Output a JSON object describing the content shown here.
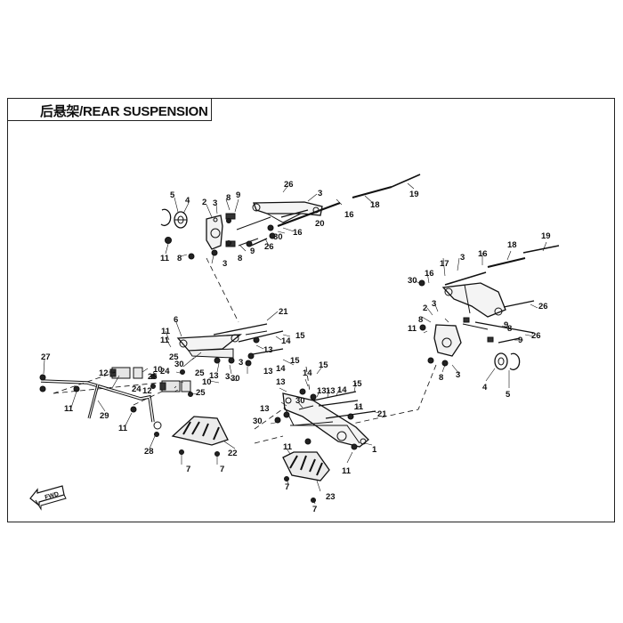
{
  "title": "后悬架/REAR SUSPENSION",
  "fwd_label": "FWD",
  "callouts": [
    {
      "id": "c1",
      "text": "1"
    },
    {
      "id": "c2a",
      "text": "2"
    },
    {
      "id": "c2b",
      "text": "2"
    },
    {
      "id": "c3a",
      "text": "3"
    },
    {
      "id": "c3b",
      "text": "3"
    },
    {
      "id": "c3c",
      "text": "3"
    },
    {
      "id": "c3d",
      "text": "3"
    },
    {
      "id": "c3e",
      "text": "3"
    },
    {
      "id": "c3f",
      "text": "3"
    },
    {
      "id": "c3g",
      "text": "3"
    },
    {
      "id": "c3h",
      "text": "3"
    },
    {
      "id": "c4a",
      "text": "4"
    },
    {
      "id": "c4b",
      "text": "4"
    },
    {
      "id": "c5a",
      "text": "5"
    },
    {
      "id": "c5b",
      "text": "5"
    },
    {
      "id": "c6",
      "text": "6"
    },
    {
      "id": "c7a",
      "text": "7"
    },
    {
      "id": "c7b",
      "text": "7"
    },
    {
      "id": "c7c",
      "text": "7"
    },
    {
      "id": "c7d",
      "text": "7"
    },
    {
      "id": "c8a",
      "text": "8"
    },
    {
      "id": "c8b",
      "text": "8"
    },
    {
      "id": "c8c",
      "text": "8"
    },
    {
      "id": "c8d",
      "text": "8"
    },
    {
      "id": "c8e",
      "text": "8"
    },
    {
      "id": "c8f",
      "text": "8"
    },
    {
      "id": "c9a",
      "text": "9"
    },
    {
      "id": "c9b",
      "text": "9"
    },
    {
      "id": "c9c",
      "text": "9"
    },
    {
      "id": "c9d",
      "text": "9"
    },
    {
      "id": "c10a",
      "text": "10"
    },
    {
      "id": "c10b",
      "text": "10"
    },
    {
      "id": "c11a",
      "text": "11"
    },
    {
      "id": "c11b",
      "text": "11"
    },
    {
      "id": "c11c",
      "text": "11"
    },
    {
      "id": "c11d",
      "text": "11"
    },
    {
      "id": "c11e",
      "text": "11"
    },
    {
      "id": "c11f",
      "text": "11"
    },
    {
      "id": "c11g",
      "text": "11"
    },
    {
      "id": "c11h",
      "text": "11"
    },
    {
      "id": "c11i",
      "text": "11"
    },
    {
      "id": "c12a",
      "text": "12"
    },
    {
      "id": "c12b",
      "text": "12"
    },
    {
      "id": "c13a",
      "text": "13"
    },
    {
      "id": "c13b",
      "text": "13"
    },
    {
      "id": "c13c",
      "text": "13"
    },
    {
      "id": "c13d",
      "text": "13"
    },
    {
      "id": "c13e",
      "text": "13"
    },
    {
      "id": "c13f",
      "text": "13"
    },
    {
      "id": "c13g",
      "text": "13"
    },
    {
      "id": "c14a",
      "text": "14"
    },
    {
      "id": "c14b",
      "text": "14"
    },
    {
      "id": "c14c",
      "text": "14"
    },
    {
      "id": "c14d",
      "text": "14"
    },
    {
      "id": "c15a",
      "text": "15"
    },
    {
      "id": "c15b",
      "text": "15"
    },
    {
      "id": "c15c",
      "text": "15"
    },
    {
      "id": "c15d",
      "text": "15"
    },
    {
      "id": "c16a",
      "text": "16"
    },
    {
      "id": "c16b",
      "text": "16"
    },
    {
      "id": "c16c",
      "text": "16"
    },
    {
      "id": "c16d",
      "text": "16"
    },
    {
      "id": "c17",
      "text": "17"
    },
    {
      "id": "c18a",
      "text": "18"
    },
    {
      "id": "c18b",
      "text": "18"
    },
    {
      "id": "c19a",
      "text": "19"
    },
    {
      "id": "c19b",
      "text": "19"
    },
    {
      "id": "c20",
      "text": "20"
    },
    {
      "id": "c21a",
      "text": "21"
    },
    {
      "id": "c21b",
      "text": "21"
    },
    {
      "id": "c22",
      "text": "22"
    },
    {
      "id": "c23",
      "text": "23"
    },
    {
      "id": "c24a",
      "text": "24"
    },
    {
      "id": "c24b",
      "text": "24"
    },
    {
      "id": "c25a",
      "text": "25"
    },
    {
      "id": "c25b",
      "text": "25"
    },
    {
      "id": "c25c",
      "text": "25"
    },
    {
      "id": "c25d",
      "text": "25"
    },
    {
      "id": "c26a",
      "text": "26"
    },
    {
      "id": "c26b",
      "text": "26"
    },
    {
      "id": "c26c",
      "text": "26"
    },
    {
      "id": "c26d",
      "text": "26"
    },
    {
      "id": "c27",
      "text": "27"
    },
    {
      "id": "c28",
      "text": "28"
    },
    {
      "id": "c29",
      "text": "29"
    },
    {
      "id": "c30a",
      "text": "30"
    },
    {
      "id": "c30b",
      "text": "30"
    },
    {
      "id": "c30c",
      "text": "30"
    },
    {
      "id": "c30d",
      "text": "30"
    },
    {
      "id": "c30e",
      "text": "30"
    }
  ]
}
